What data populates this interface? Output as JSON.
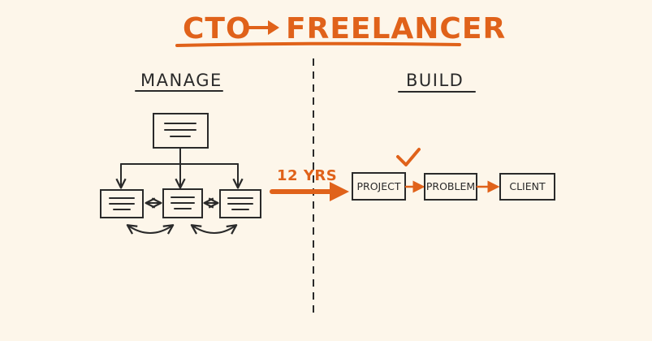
{
  "title": {
    "left": "CTO",
    "arrow": "→",
    "right": "FREELANCER"
  },
  "columns": {
    "left_header": "MANAGE",
    "right_header": "BUILD"
  },
  "transition": {
    "label": "12 YRS"
  },
  "flow": {
    "steps": [
      "PROJECT",
      "PROBLEM",
      "CLIENT"
    ]
  },
  "colors": {
    "accent": "#e0621a",
    "ink": "#2a2a2a",
    "background": "#fdf6ea"
  },
  "icons": {
    "checkmark": "checkmark-icon"
  }
}
